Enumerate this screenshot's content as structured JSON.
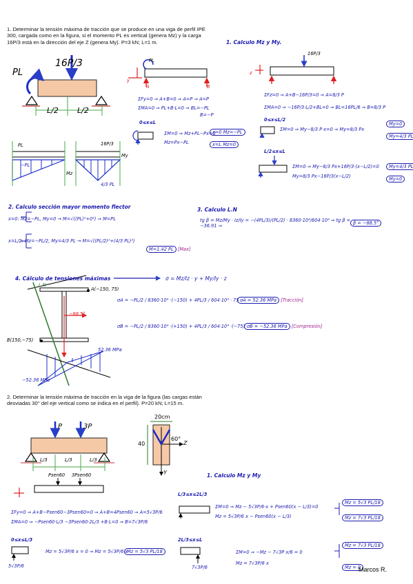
{
  "problem1": {
    "statement": "1. Determinar la tensión máxima de tracción que se produce en una viga de perfil IPE 300, cargada como en la figura, si el momento PL es vertical (genera Mz) y la carga 16P/3 está en la dirección del eje Z (genera My). P=3 kN; L=1 m.",
    "fig_moment": "PL",
    "fig_load": "16P/3",
    "fig_span_left": "L/2",
    "fig_span_right": "L/2",
    "step1_title": "1. Calculo Mz y My.",
    "left_load": "PL",
    "right_load": "16P/3",
    "axis_y": "y",
    "axis_z": "z",
    "support_a": "A",
    "support_b": "B",
    "left_eq": [
      "ΣFy=0 ⇒ A+B=0 ⇒ A=P ⇒ A=P",
      "ΣMA=0 ⇒ PL+B·L=0 ⇒ BL=−PL",
      "B=−P"
    ],
    "right_eq": [
      "ΣFz=0 ⇒ A+B−16P/3=0 ⇒ A=8/3 P",
      "ΣMA=0 ⇒ −16P/3·L/2+BL=0 ⇒ BL=16PL/6 ⇒ B=8/3 P"
    ],
    "left_range": "0≤x≤L",
    "left_cut": [
      "ΣM=0 ⇒ Mz+PL−Px=0",
      "Mz=Px−PL"
    ],
    "left_results": [
      "x=0 Mz=−PL",
      "x=L Mz=0"
    ],
    "right_range1": "0≤x≤L/2",
    "right_cut1": "ΣM=0 ⇒ My−8/3 P·x=0 ⇒ My=8/3 Px",
    "right_results1": [
      "My=0",
      "My=4/3 PL"
    ],
    "right_range2": "L/2≤x≤L",
    "right_cut2": [
      "ΣM=0 ⇒ My−8/3 Px+16P/3·(x−L/2)=0",
      "My=8/3 Px−16P/3(x−L/2)"
    ],
    "right_results2": [
      "My=4/3 PL",
      "My=0"
    ],
    "diag_left_labels": [
      "PL",
      "−PL",
      "Mz"
    ],
    "diag_right_labels": [
      "16P/3",
      "My",
      "4/3 PL"
    ],
    "step2_title": "2. Calculo sección mayor momento flector",
    "step2_rows": [
      "x=0: Mz=−PL, My=0 → M=√((PL)²+0²) ⇒ M=PL",
      "x=L/2: Mz=−PL/2, My=4/3 PL → M=√((PL/2)²+(4/3 PL)²)"
    ],
    "step2_result": "M=1.42 PL",
    "step2_tag": "[Max]",
    "step3_title": "3. Calculo L.N",
    "step3_eq": "tg β = Mz/My · Iz/Iy = −(4PL/3)/(PL/2) · 8360·10⁴/604·10⁴ ⇒ tg β = −36.91 ⇒",
    "step3_result": "β = −88.5°",
    "step4_title": "4. Cálculo de tensiones máximas",
    "step4_general": "σ = Mz/Iz · y + My/Iy · z",
    "ln_label": "L.N",
    "point_a": "A(−150, 75)",
    "point_b": "B(150,−75)",
    "angle": "−88.5°",
    "sigma_a_eq": "σA = −PL/2 / 8360·10⁴ ·(−150) + 4PL/3 / 604·10⁴ · 75",
    "sigma_a_result": "σA = 52.36 MPa",
    "sigma_a_tag": "[Tracción]",
    "sigma_b_eq": "σB = −PL/2 / 8360·10⁴ ·(+150) + 4PL/3 / 604·10⁴ ·(−75)",
    "sigma_b_result": "σB = −52.36 MPa",
    "sigma_b_tag": "[Compresión]",
    "stress_pos": "52.36 MPa",
    "stress_neg": "−52.36 MPa"
  },
  "problem2": {
    "statement": "2. Determinar la tensión máxima de tracción en la viga de la figura (las cargas están desviadas 30° del eje vertical como se indica en el perfil). P=20 kN; L=15 m.",
    "fig_load1": "P",
    "fig_load2": "3P",
    "fig_spans": [
      "L/3",
      "L/3",
      "L/3"
    ],
    "section_width": "20cm",
    "section_height": "40",
    "section_angle": "60°",
    "axis_z": "Z",
    "axis_y": "Y",
    "step1_title": "1. Calculo Mz y My",
    "loads": [
      "Psen60",
      "3Psen60"
    ],
    "eq": [
      "ΣFy=0 ⇒ A+B−Psen60−3Psen60=0 ⇒ A+B=4Psen60 ⇒ A=5√3P/6",
      "ΣMA=0 ⇒ −Psen60·L/3 −3Psen60·2L/3 +B·L=0 ⇒ B=7√3P/6"
    ],
    "range1": "0≤x≤L/3",
    "cut1": "Mz = 5√3P/6 x = 0 ⇒ Mz = 5√3P/6 x",
    "res1": "Mz = 5√3 PL/18",
    "range2": "L/3≤x≤2L/3",
    "cut2": [
      "ΣM=0 ⇒ Mz − 5√3P/6·x + Psen60(x − L/3)=0",
      "Mz = 5√3P/6 x − Psen60(x − L/3)"
    ],
    "res2": [
      "Mz = 5√3 PL/18",
      "Mz = 7√3 PL/18"
    ],
    "range3": "2L/3≤x≤L",
    "cut3": [
      "ΣM=0 ⇒ −Mz − 7√3P x/6 = 0",
      "Mz = 7√3P/6 x"
    ],
    "res3": [
      "Mz = 7√3 PL/18",
      "Mz = 0"
    ],
    "left_force": "5√3P/6",
    "right_force": "7√3P/6",
    "signature": "Marcos R."
  }
}
